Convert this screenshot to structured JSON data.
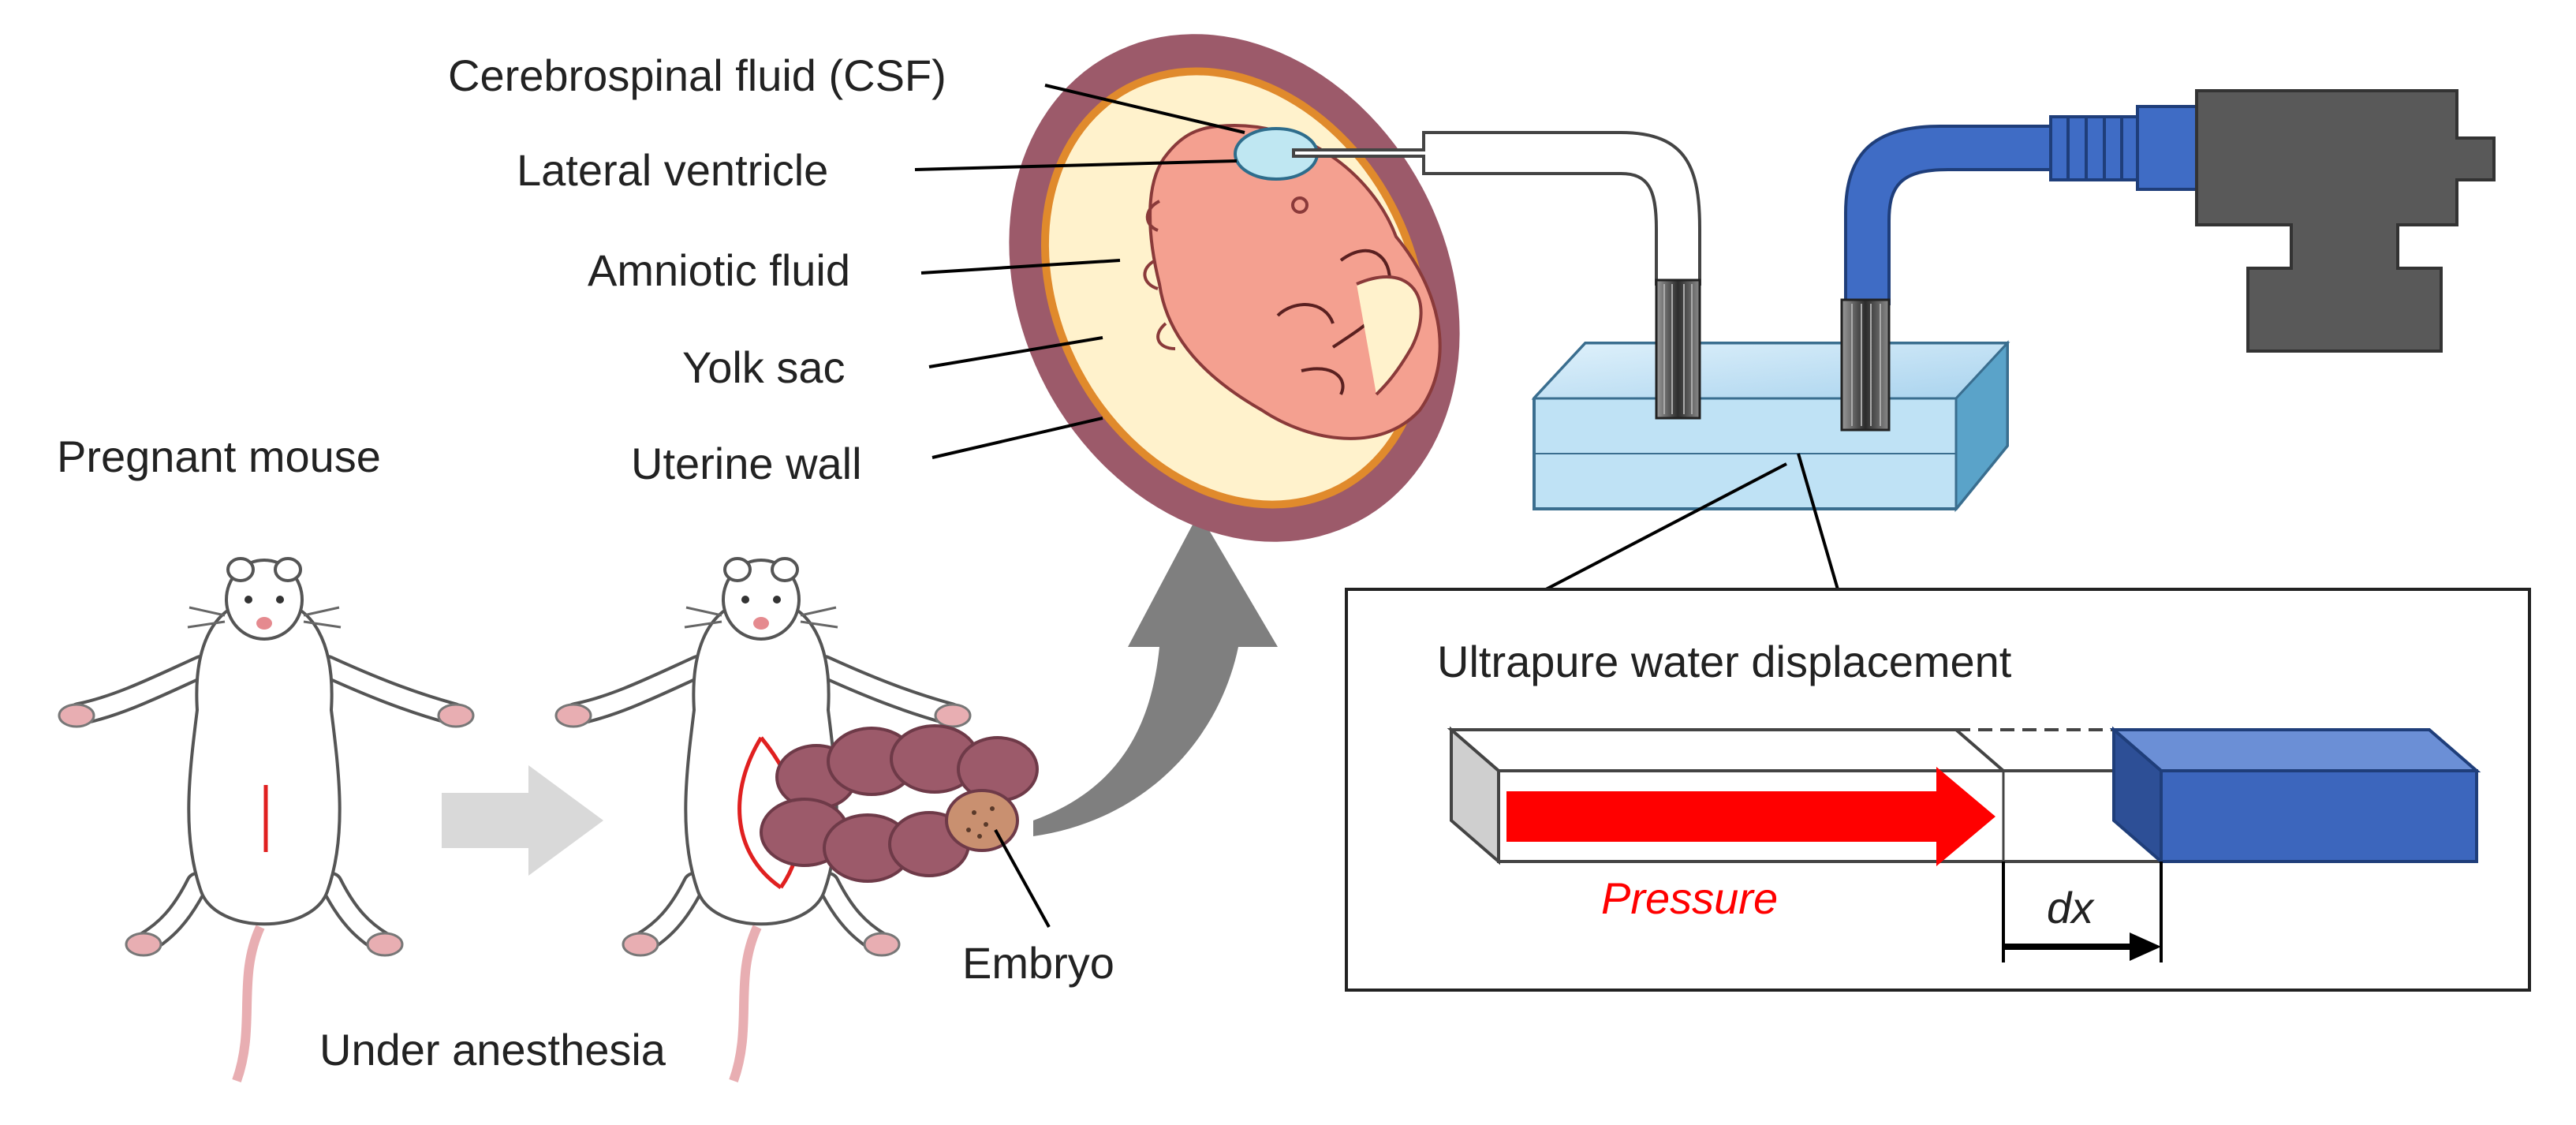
{
  "labels": {
    "pregnant_mouse": "Pregnant mouse",
    "under_anesthesia": "Under anesthesia",
    "embryo": "Embryo",
    "csf": "Cerebrospinal fluid (CSF)",
    "lateral_ventricle": "Lateral ventricle",
    "amniotic_fluid": "Amniotic fluid",
    "yolk_sac": "Yolk sac",
    "uterine_wall": "Uterine wall",
    "water_displacement": "Ultrapure water displacement",
    "pressure": "Pressure",
    "dx": "dx"
  },
  "colors": {
    "pressure_arrow": "#ff0000",
    "water_column": "#3c66bd",
    "tubing_blue": "#3f6cc5",
    "sensor_gray": "#595959",
    "uterine_wall": "#9c5a6a",
    "yolk_sac": "#e08a2c",
    "amniotic_fluid": "#fff2cc",
    "embryo": "#f4a090",
    "ventricle": "#bfe7f2",
    "water_bath": "#bfe2f5",
    "process_arrow": "#d9d9d9",
    "transfer_arrow": "#7f7f7f"
  }
}
